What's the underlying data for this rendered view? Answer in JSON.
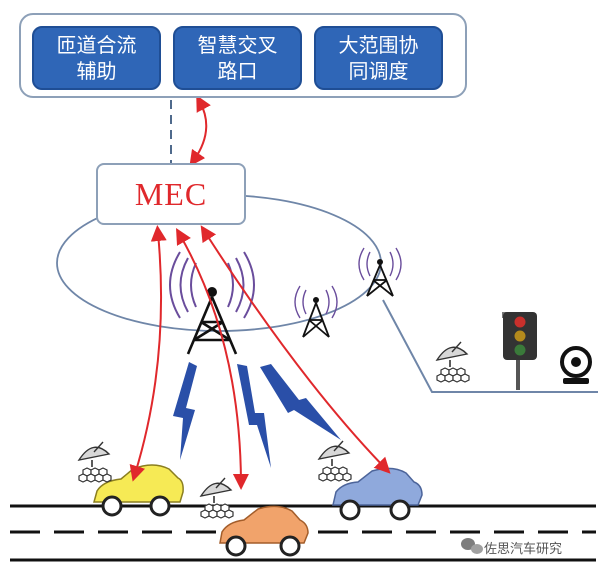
{
  "services": [
    {
      "line1": "匝道合流",
      "line2": "辅助"
    },
    {
      "line1": "智慧交叉",
      "line2": "路口"
    },
    {
      "line1": "大范围协",
      "line2": "同调度"
    }
  ],
  "mec_label": "MEC",
  "watermark": "佐思汽车研究",
  "colors": {
    "service_fill": "#2f66b7",
    "mec_text": "#e0282c",
    "link_arrow": "#e0282c",
    "lightning": "#2a4fa8",
    "car_yellow": "#f6ea55",
    "car_orange": "#f1a36b",
    "car_blue": "#8fa9dc"
  }
}
